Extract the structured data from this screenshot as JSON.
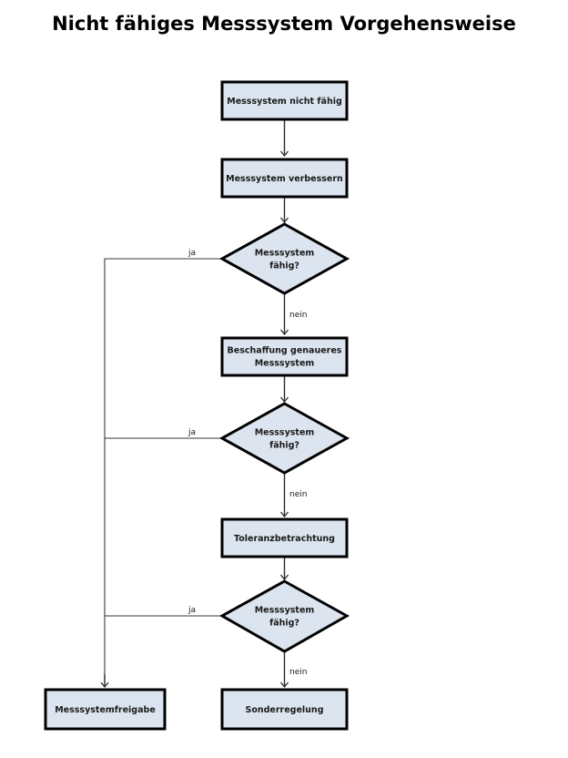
{
  "page": {
    "title": "Nicht fähiges Messsystem Vorgehensweise",
    "background_color": "#ffffff"
  },
  "theme": {
    "node_fill": "#dce4ef",
    "node_border": "#000000",
    "connector_color": "#2b2b2b",
    "text_color": "#1a1a1a"
  },
  "chart_data": {
    "type": "diagram",
    "title": "Nicht fähiges Messsystem Vorgehensweise",
    "nodes": [
      {
        "id": "start",
        "shape": "process",
        "label": "Messsystem nicht fähig"
      },
      {
        "id": "improve",
        "shape": "process",
        "label": "Messsystem verbessern"
      },
      {
        "id": "decision1",
        "shape": "decision",
        "label_line1": "Messsystem",
        "label_line2": "fähig?"
      },
      {
        "id": "procure",
        "shape": "process",
        "label_line1": "Beschaffung  genaueres",
        "label_line2": "Messsystem"
      },
      {
        "id": "decision2",
        "shape": "decision",
        "label_line1": "Messsystem",
        "label_line2": "fähig?"
      },
      {
        "id": "tolerance",
        "shape": "process",
        "label": "Toleranzbetrachtung"
      },
      {
        "id": "decision3",
        "shape": "decision",
        "label_line1": "Messsystem",
        "label_line2": "fähig?"
      },
      {
        "id": "release",
        "shape": "process",
        "label": "Messsystemfreigabe"
      },
      {
        "id": "special",
        "shape": "process",
        "label": "Sonderregelung"
      }
    ],
    "edges": [
      {
        "from": "start",
        "to": "improve",
        "label": ""
      },
      {
        "from": "improve",
        "to": "decision1",
        "label": ""
      },
      {
        "from": "decision1",
        "to": "release",
        "label": "ja"
      },
      {
        "from": "decision1",
        "to": "procure",
        "label": "nein"
      },
      {
        "from": "procure",
        "to": "decision2",
        "label": ""
      },
      {
        "from": "decision2",
        "to": "release",
        "label": "ja"
      },
      {
        "from": "decision2",
        "to": "tolerance",
        "label": "nein"
      },
      {
        "from": "tolerance",
        "to": "decision3",
        "label": ""
      },
      {
        "from": "decision3",
        "to": "release",
        "label": "ja"
      },
      {
        "from": "decision3",
        "to": "special",
        "label": "nein"
      }
    ],
    "edge_labels": {
      "yes": "ja",
      "no": "nein"
    }
  }
}
